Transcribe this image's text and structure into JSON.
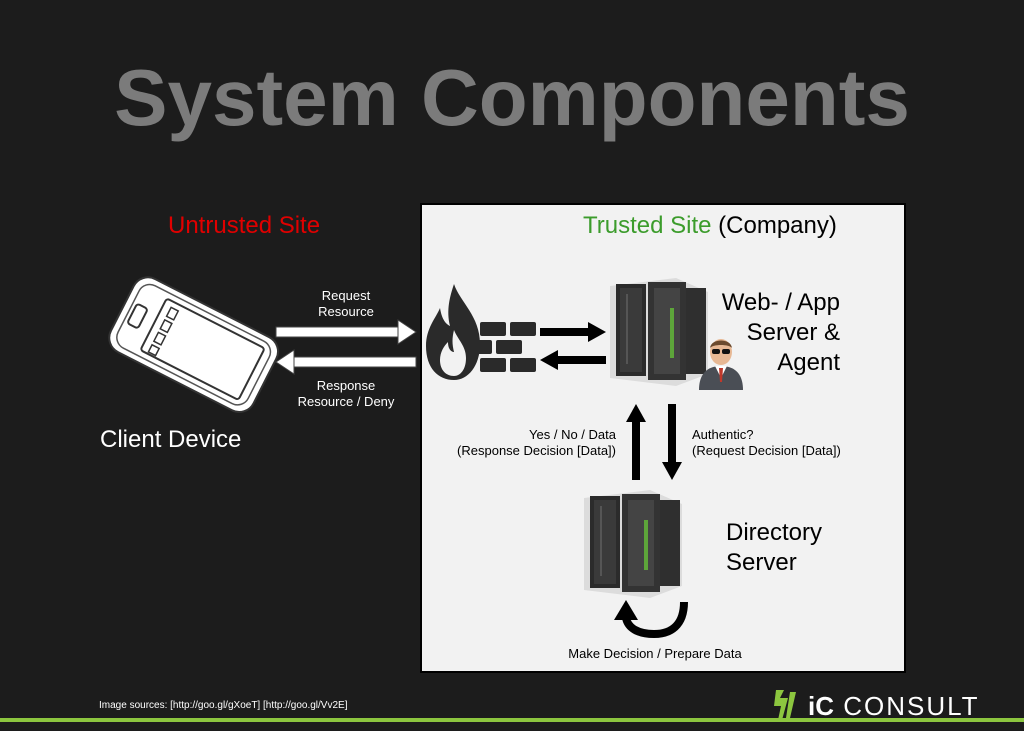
{
  "slide": {
    "title": "System Components"
  },
  "untrusted": {
    "label": "Untrusted Site",
    "client_label": "Client Device"
  },
  "trusted": {
    "label_main": "Trusted Site",
    "label_paren": "(Company)",
    "web_server_line1": "Web- / App",
    "web_server_line2": "Server &",
    "web_server_line3": "Agent",
    "directory_line1": "Directory",
    "directory_line2": "Server",
    "loop_label": "Make Decision / Prepare Data"
  },
  "arrows": {
    "request_line1": "Request",
    "request_line2": "Resource",
    "response_line1": "Response",
    "response_line2": "Resource / Deny",
    "up_line1": "Yes / No / Data",
    "up_line2": "(Response Decision [Data])",
    "down_line1": "Authentic?",
    "down_line2": "(Request Decision [Data])"
  },
  "footer": {
    "sources": "Image sources: [http://goo.gl/gXoeT] [http://goo.gl/Vv2E]",
    "logo_text_bold": "iC",
    "logo_text_rest": "CONSULT"
  },
  "colors": {
    "accent_green": "#8cc63f",
    "untrusted_red": "#e00000",
    "trusted_green": "#3c9c2c"
  }
}
